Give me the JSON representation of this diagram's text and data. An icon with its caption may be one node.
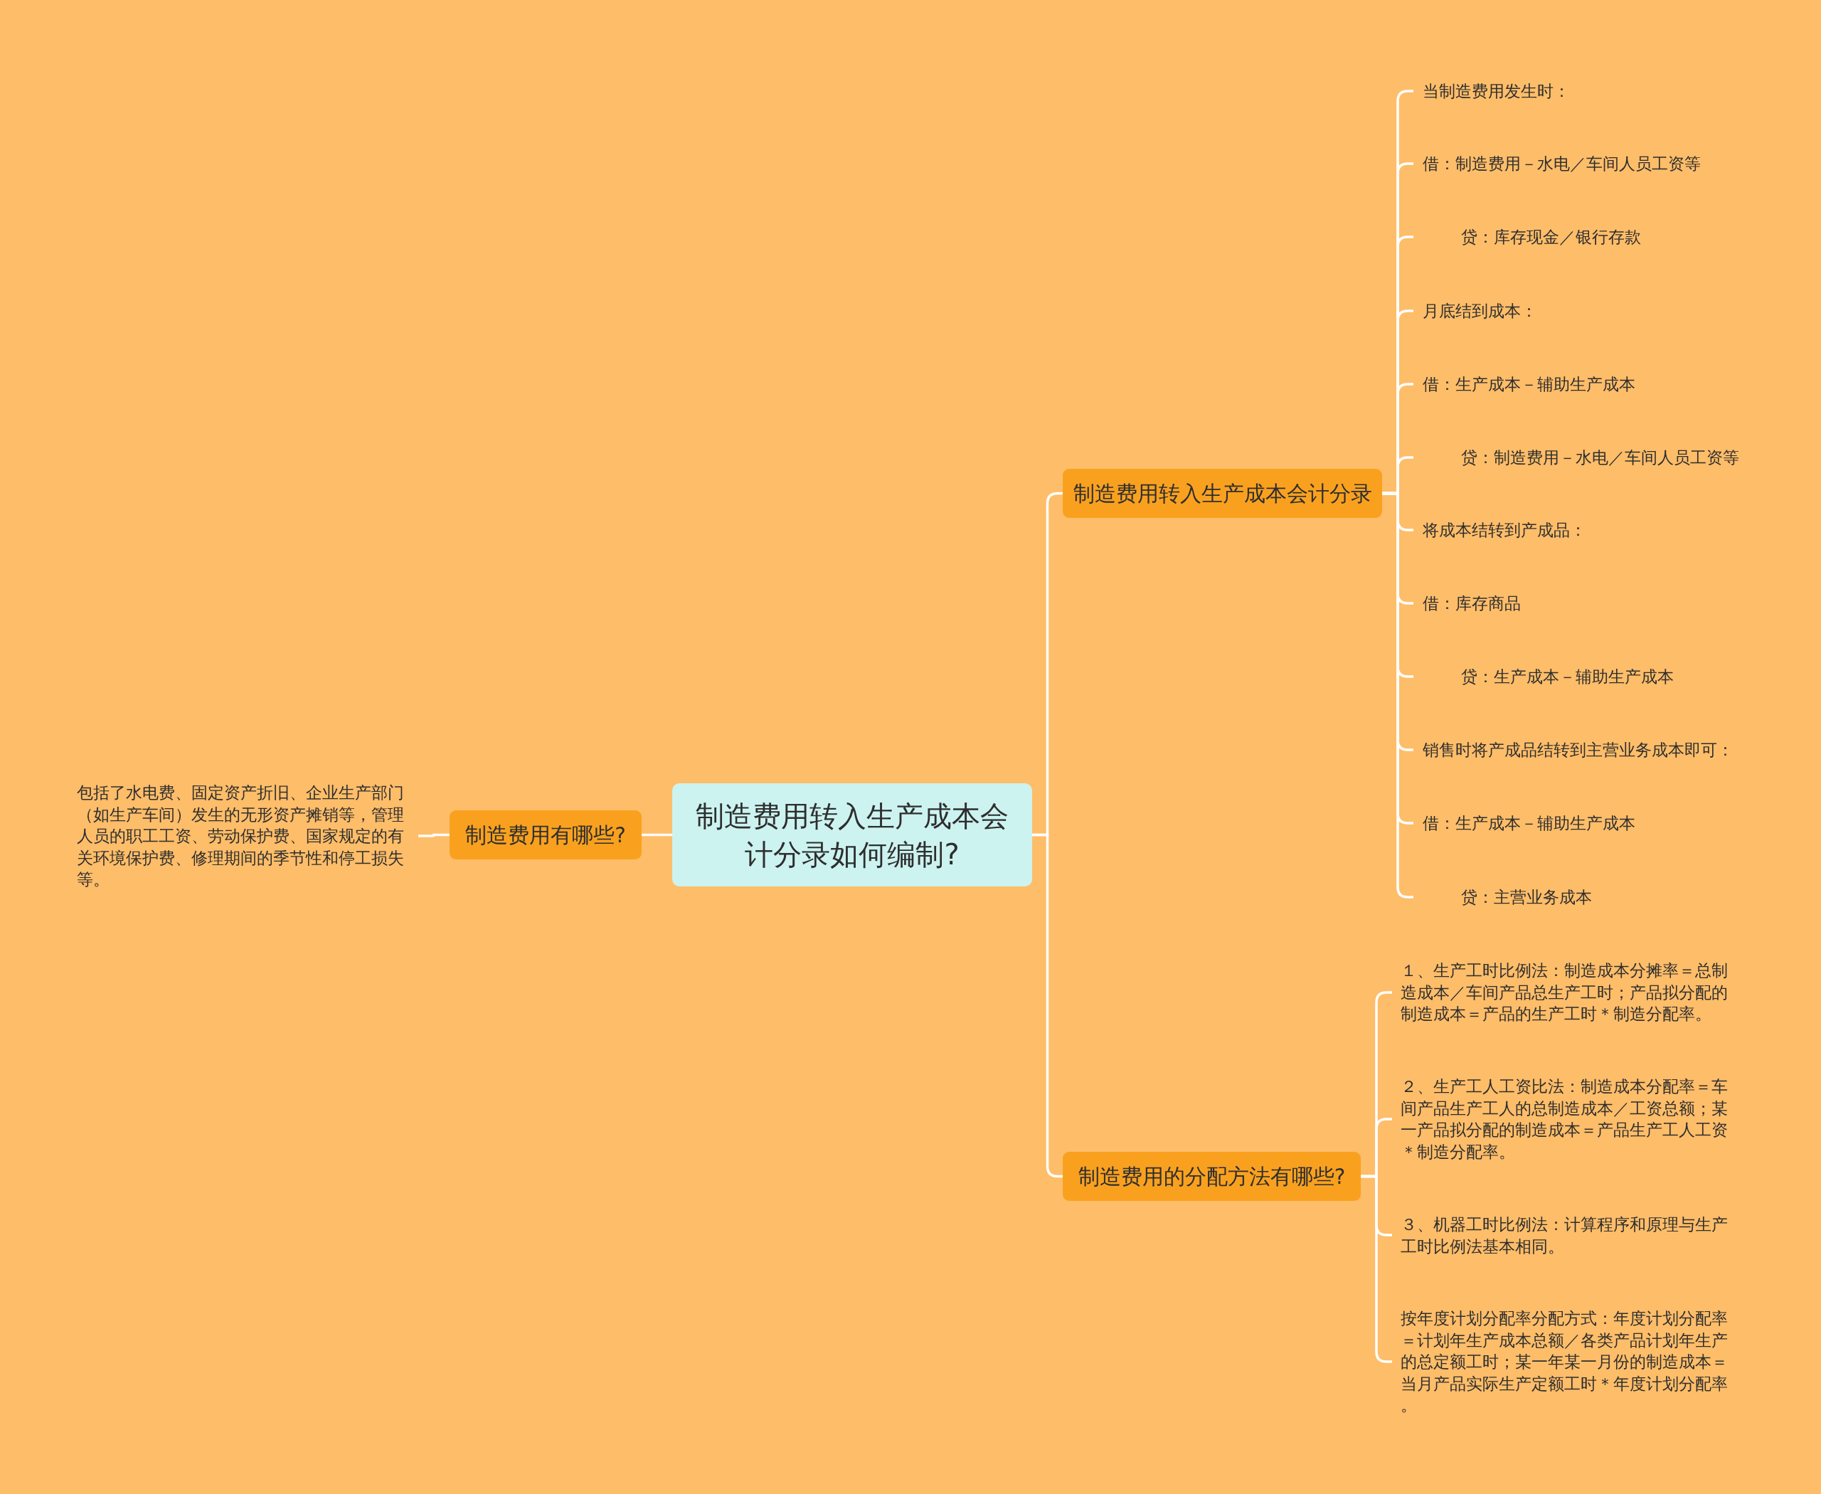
{
  "diagram": {
    "nodes": [
      {
        "text": [
          "制造费用转入生产成本会计分录如何编制?"
        ]
      },
      {
        "text": [
          "制造费用有哪些?"
        ]
      },
      {
        "text": [
          "包括了水电费、固定资产折旧、企业生产部门（如生产车间）发生的无形资产摊销等，管理人员的职工工资、劳动保护费、国家规定的有关环境保护费、修理期间的季节性和停工损失等。"
        ]
      },
      {
        "text": [
          "制造费用转入生产成本会计分录"
        ]
      },
      {
        "text": [
          "当制造费用发生时："
        ]
      },
      {
        "text": [
          "借：制造费用－水电／车间人员工资等"
        ]
      },
      {
        "text": [
          "贷：库存现金／银行存款"
        ]
      },
      {
        "text": [
          "月底结到成本："
        ]
      },
      {
        "text": [
          "借：生产成本－辅助生产成本"
        ]
      },
      {
        "text": [
          "贷：制造费用－水电／车间人员工资等"
        ]
      },
      {
        "text": [
          "将成本结转到产成品："
        ]
      },
      {
        "text": [
          "借：库存商品"
        ]
      },
      {
        "text": [
          "贷：生产成本－辅助生产成本"
        ]
      },
      {
        "text": [
          "销售时将产成品结转到主营业务成本即可："
        ]
      },
      {
        "text": [
          "借：生产成本－辅助生产成本"
        ]
      },
      {
        "text": [
          "贷：主营业务成本"
        ]
      },
      {
        "text": [
          "制造费用的分配方法有哪些?"
        ]
      },
      {
        "text": [
          "１、生产工时比例法：制造成本分摊率＝总制造成本／车间产品总生产工时；产品拟分配的制造成本＝产品的生产工时＊制造分配率。"
        ]
      },
      {
        "text": [
          "２、生产工人工资比法：制造成本分配率＝车间产品生产工人的总制造成本／工资总额；某一产品拟分配的制造成本＝产品生产工人工资＊制造分配率。"
        ]
      },
      {
        "text": [
          "３、机器工时比例法：计算程序和原理与生产工时比例法基本相同。"
        ]
      },
      {
        "text": [
          "按年度计划分配率分配方式：年度计划分配率＝计划年生产成本总额／各类产品计划年生产的总定额工时；某一年某一月份的制造成本＝当月产品实际生产定额工时＊年度计划分配率。"
        ]
      }
    ],
    "edges": [
      {
        "from": 0,
        "to": 1,
        "arrow": "none"
      },
      {
        "from": 1,
        "to": 2,
        "arrow": "none"
      },
      {
        "from": 0,
        "to": 3,
        "arrow": "none"
      },
      {
        "from": 3,
        "to": 4,
        "arrow": "none"
      },
      {
        "from": 3,
        "to": 5,
        "arrow": "none"
      },
      {
        "from": 3,
        "to": 6,
        "arrow": "none"
      },
      {
        "from": 3,
        "to": 7,
        "arrow": "none"
      },
      {
        "from": 3,
        "to": 8,
        "arrow": "none"
      },
      {
        "from": 3,
        "to": 9,
        "arrow": "none"
      },
      {
        "from": 3,
        "to": 10,
        "arrow": "none"
      },
      {
        "from": 3,
        "to": 11,
        "arrow": "none"
      },
      {
        "from": 3,
        "to": 12,
        "arrow": "none"
      },
      {
        "from": 3,
        "to": 13,
        "arrow": "none"
      },
      {
        "from": 3,
        "to": 14,
        "arrow": "none"
      },
      {
        "from": 3,
        "to": 15,
        "arrow": "none"
      },
      {
        "from": 0,
        "to": 16,
        "arrow": "none"
      },
      {
        "from": 16,
        "to": 17,
        "arrow": "none"
      },
      {
        "from": 16,
        "to": 18,
        "arrow": "none"
      },
      {
        "from": 16,
        "to": 19,
        "arrow": "none"
      },
      {
        "from": 16,
        "to": 20,
        "arrow": "none"
      }
    ]
  }
}
